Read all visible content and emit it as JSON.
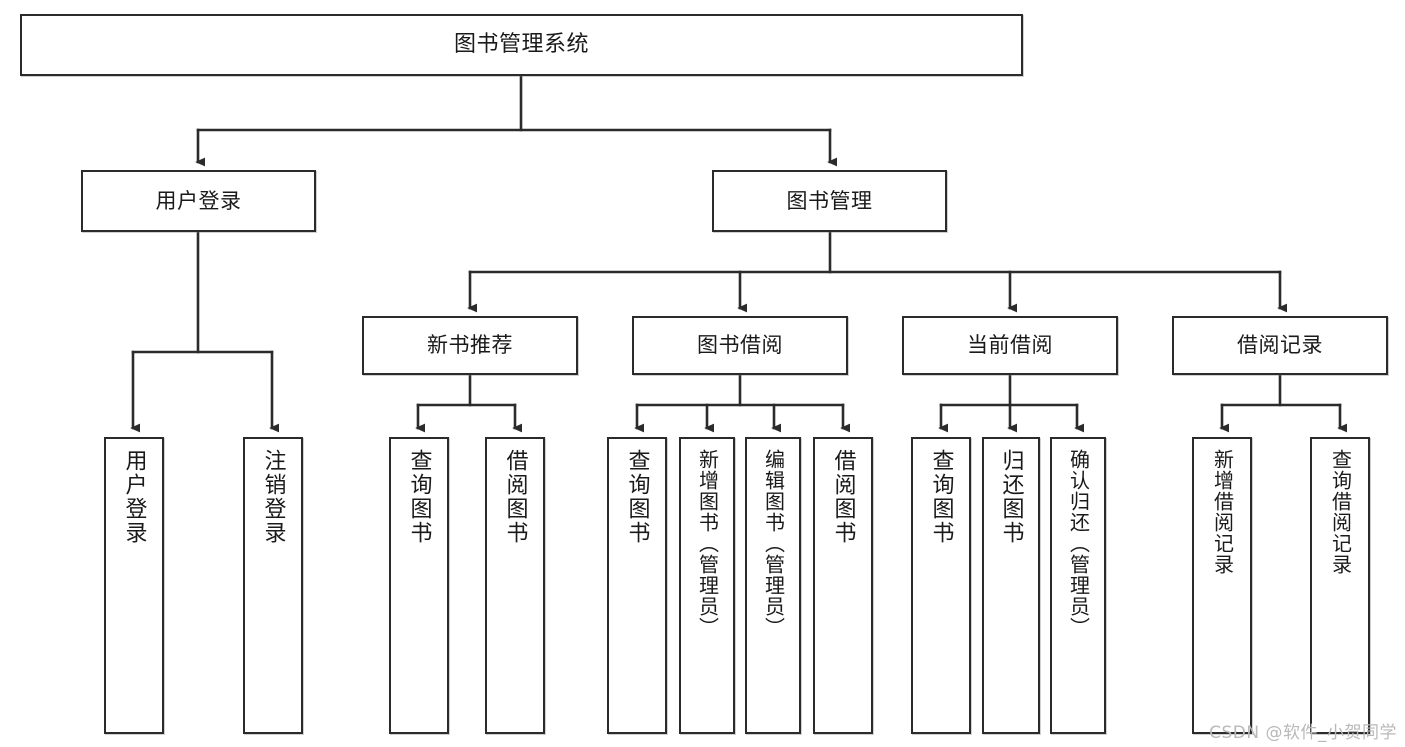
{
  "diagram": {
    "type": "tree-hierarchy",
    "title": "图书管理系统",
    "watermark": "CSDN @软件_小贺同学",
    "colors": {
      "box_border": "#2b2b2b",
      "box_fill": "#ffffff",
      "connector": "#2b2b2b",
      "text": "#1a1a1a",
      "watermark": "#b9b9b9"
    },
    "nodes": {
      "root": {
        "label": "图书管理系统"
      },
      "level2": [
        {
          "id": "user-login",
          "label": "用户登录"
        },
        {
          "id": "book-management",
          "label": "图书管理"
        }
      ],
      "level3": [
        {
          "id": "new-book-recommend",
          "label": "新书推荐"
        },
        {
          "id": "book-borrow",
          "label": "图书借阅"
        },
        {
          "id": "current-borrow",
          "label": "当前借阅"
        },
        {
          "id": "borrow-record",
          "label": "借阅记录"
        }
      ],
      "leaves": [
        {
          "id": "leaf-user-login",
          "label": "用户登录",
          "parent": "user-login"
        },
        {
          "id": "leaf-logout-login",
          "label": "注销登录",
          "parent": "user-login"
        },
        {
          "id": "leaf-query-book-1",
          "label": "查询图书",
          "parent": "new-book-recommend"
        },
        {
          "id": "leaf-borrow-book-1",
          "label": "借阅图书",
          "parent": "new-book-recommend"
        },
        {
          "id": "leaf-query-book-2",
          "label": "查询图书",
          "parent": "book-borrow"
        },
        {
          "id": "leaf-add-book",
          "label": "新增图书（管理员）",
          "parent": "book-borrow"
        },
        {
          "id": "leaf-edit-book",
          "label": "编辑图书（管理员）",
          "parent": "book-borrow"
        },
        {
          "id": "leaf-borrow-book-2",
          "label": "借阅图书",
          "parent": "book-borrow"
        },
        {
          "id": "leaf-query-book-3",
          "label": "查询图书",
          "parent": "current-borrow"
        },
        {
          "id": "leaf-return-book",
          "label": "归还图书",
          "parent": "current-borrow"
        },
        {
          "id": "leaf-confirm-return",
          "label": "确认归还（管理员）",
          "parent": "current-borrow"
        },
        {
          "id": "leaf-add-record",
          "label": "新增借阅记录",
          "parent": "borrow-record"
        },
        {
          "id": "leaf-query-record",
          "label": "查询借阅记录",
          "parent": "borrow-record"
        }
      ]
    }
  }
}
